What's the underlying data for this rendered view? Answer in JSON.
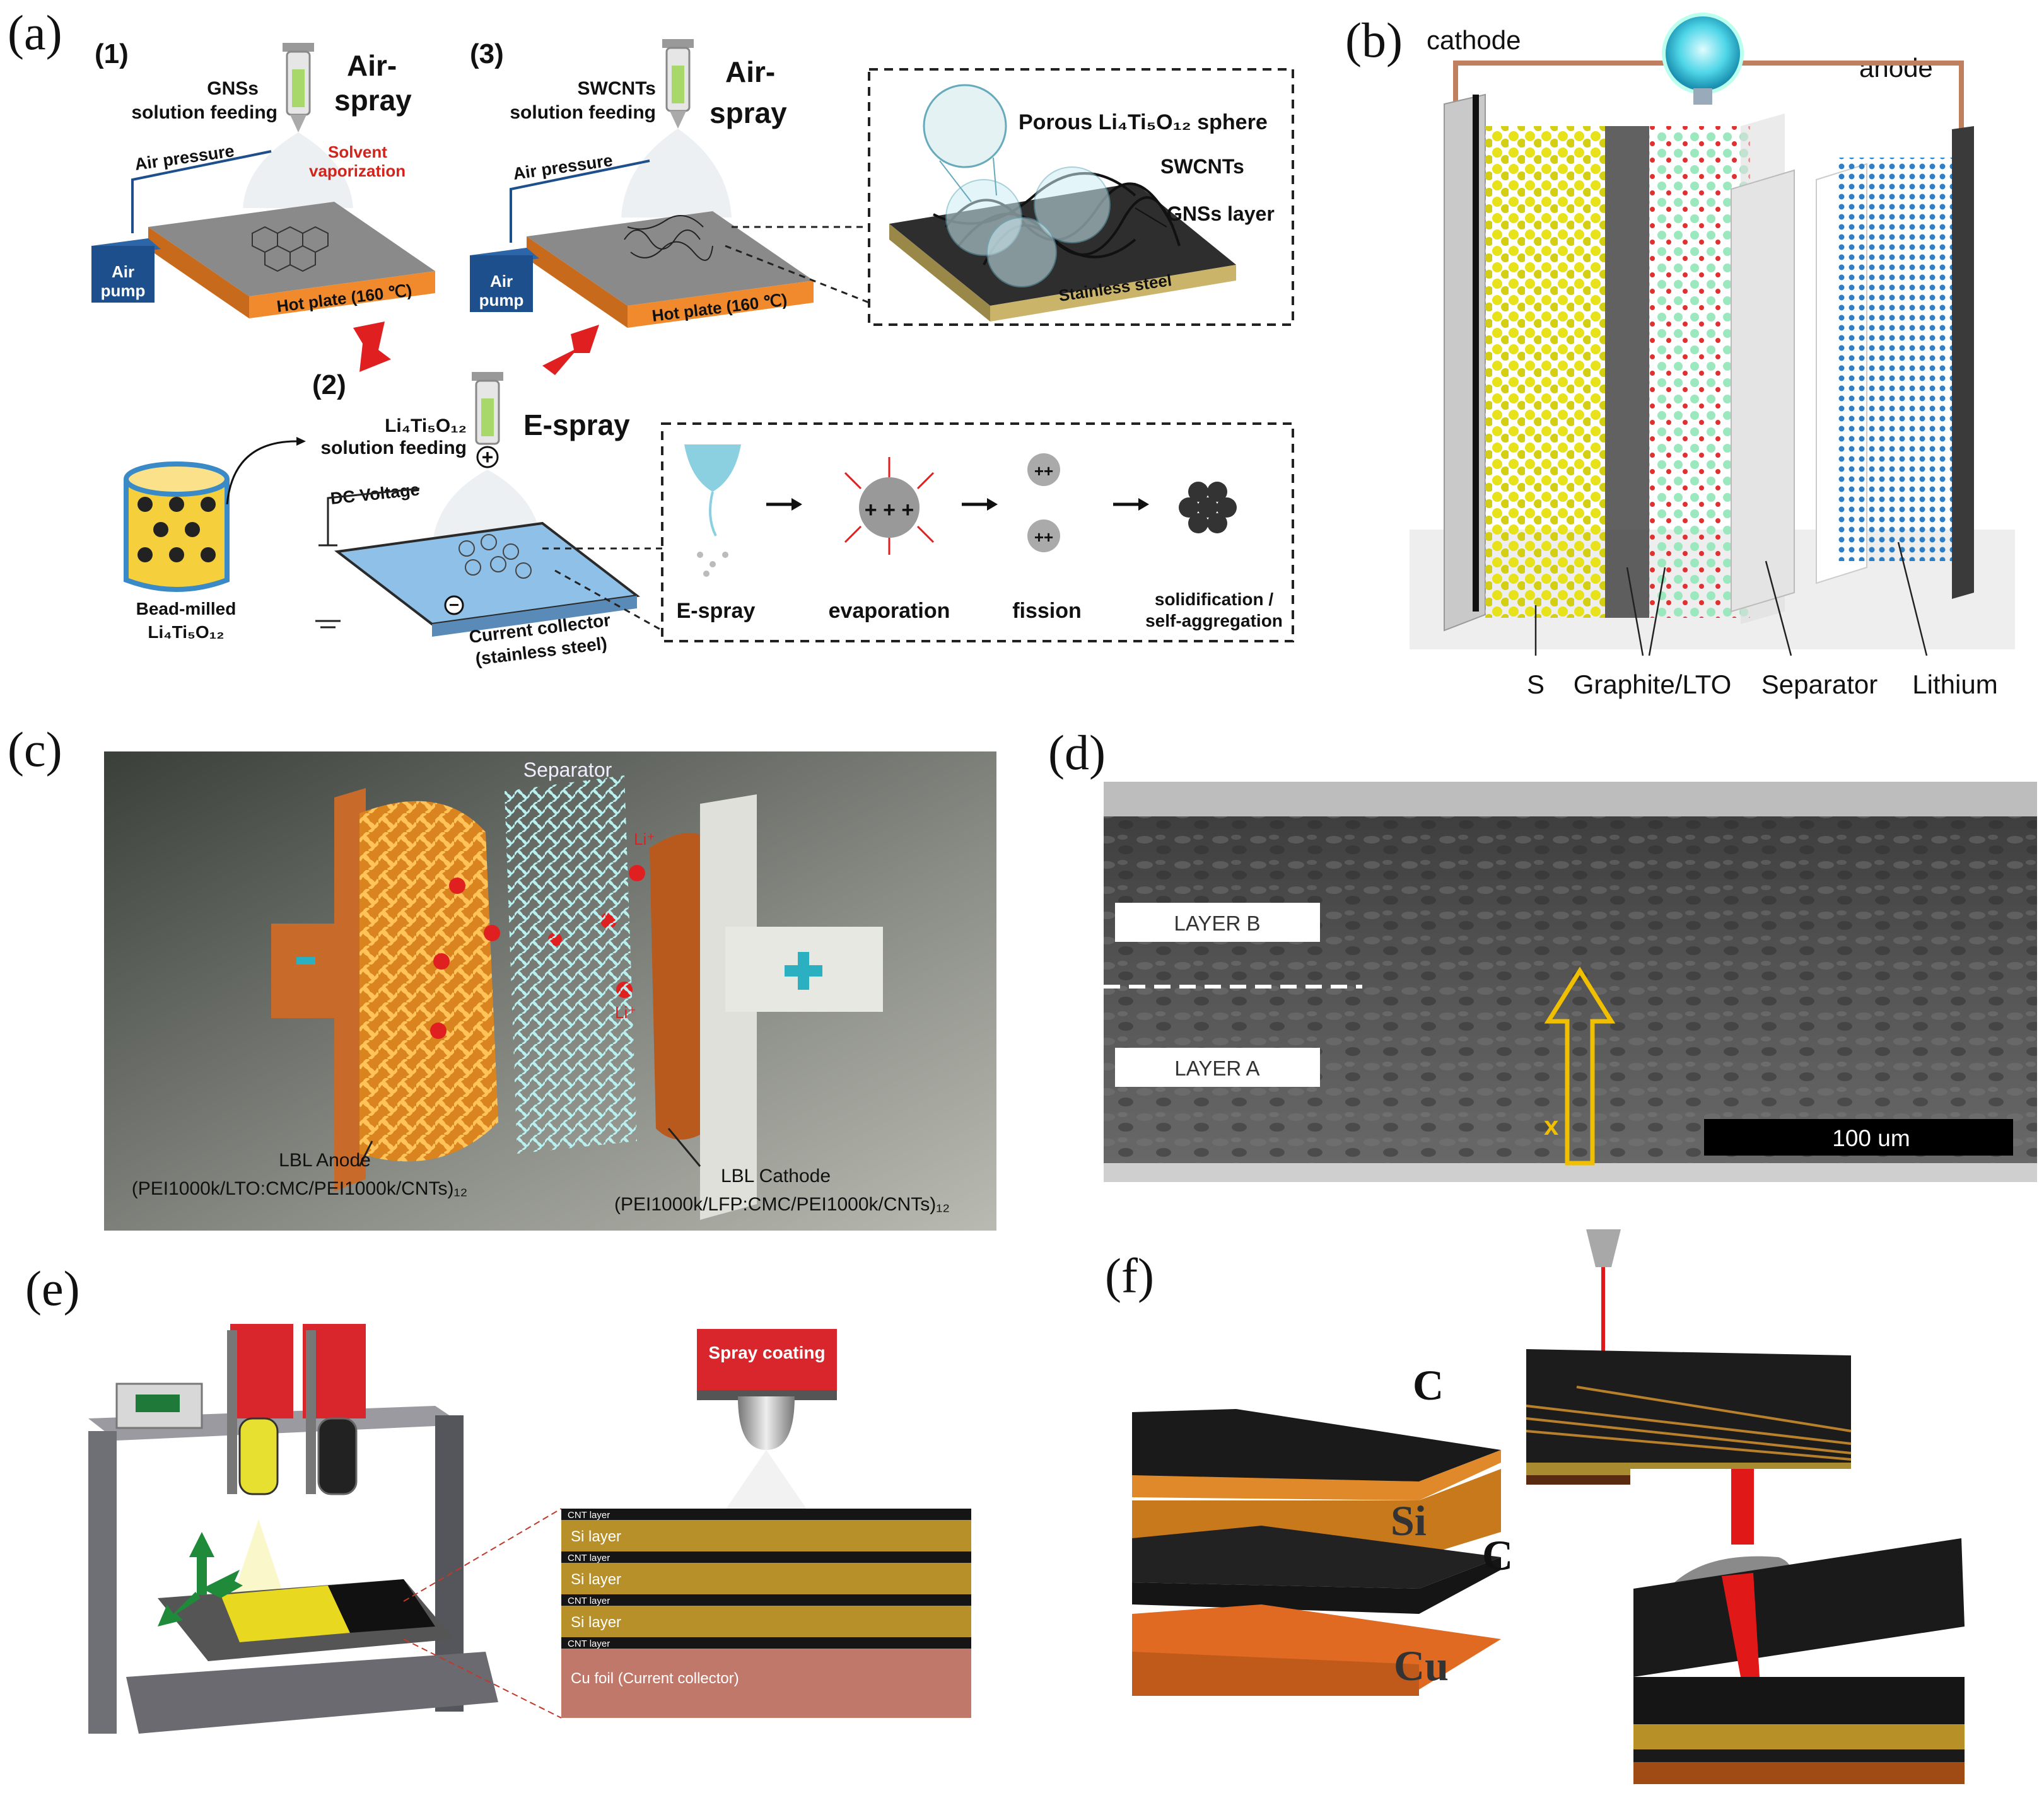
{
  "panels": {
    "a": {
      "letter": "(a)",
      "step1": {
        "num": "(1)",
        "feed_line1": "GNSs",
        "feed_line2": "solution feeding",
        "method_line1": "Air-",
        "method_line2": "spray",
        "solvent_line1": "Solvent",
        "solvent_line2": "vaporization",
        "air_pressure": "Air pressure",
        "pump_line1": "Air",
        "pump_line2": "pump",
        "hotplate": "Hot plate (160 ℃)"
      },
      "step3": {
        "num": "(3)",
        "feed_line1": "SWCNTs",
        "feed_line2": "solution feeding",
        "method_line1": "Air-",
        "method_line2": "spray",
        "air_pressure": "Air pressure",
        "pump_line1": "Air",
        "pump_line2": "pump",
        "hotplate": "Hot plate (160 ℃)"
      },
      "inset": {
        "sphere": "Porous Li₄Ti₅O₁₂ sphere",
        "swcnts": "SWCNTs",
        "gnss": "GNSs layer",
        "steel": "Stainless steel"
      },
      "step2": {
        "num": "(2)",
        "feed_line1": "Li₄Ti₅O₁₂",
        "feed_line2": "solution feeding",
        "method": "E-spray",
        "dc": "DC Voltage",
        "beaker_line1": "Bead-milled",
        "beaker_line2": "Li₄Ti₅O₁₂",
        "collector_line1": "Current collector",
        "collector_line2": "(stainless steel)",
        "plus": "+",
        "minus": "−"
      },
      "process": {
        "s1": "E-spray",
        "s2": "evaporation",
        "s3": "fission",
        "s4_line1": "solidification /",
        "s4_line2": "self-aggregation"
      }
    },
    "b": {
      "letter": "(b)",
      "cathode": "cathode",
      "anode": "anode",
      "labels": [
        "S",
        "Graphite/LTO",
        "Separator",
        "Lithium"
      ]
    },
    "c": {
      "letter": "(c)",
      "separator": "Separator",
      "li1": "Li⁺",
      "li2": "Li⁺",
      "anode_line1": "LBL Anode",
      "anode_line2": "(PEI1000k/LTO:CMC/PEI1000k/CNTs)₁₂",
      "cathode_line1": "LBL Cathode",
      "cathode_line2": "(PEI1000k/LFP:CMC/PEI1000k/CNTs)₁₂",
      "minus": "−",
      "plus": "+"
    },
    "d": {
      "letter": "(d)",
      "layer_b": "LAYER B",
      "layer_a": "LAYER A",
      "axis": "x",
      "scale": "100 um"
    },
    "e": {
      "letter": "(e)",
      "spray": "Spray coating",
      "layers": [
        "CNT layer",
        "Si layer",
        "CNT layer",
        "Si layer",
        "CNT layer",
        "Si layer",
        "CNT layer"
      ],
      "foil": "Cu foil (Current collector)"
    },
    "f": {
      "letter": "(f)",
      "labels": [
        "C",
        "Si",
        "C",
        "Cu"
      ]
    }
  },
  "colors": {
    "hotplate_orange": "#f08a2c",
    "pump_blue": "#1c4f8c",
    "red_arrow": "#e02020",
    "sulfur_yellow": "#e6e21c",
    "lto_green": "#8fe0b0",
    "lithium_blue": "#2e7fc4",
    "anode_orange": "#f0a030",
    "si_gold": "#b8902a",
    "cnt_black": "#151515",
    "cu_foil": "#c0786a",
    "scale_yellow": "#f0c000"
  }
}
